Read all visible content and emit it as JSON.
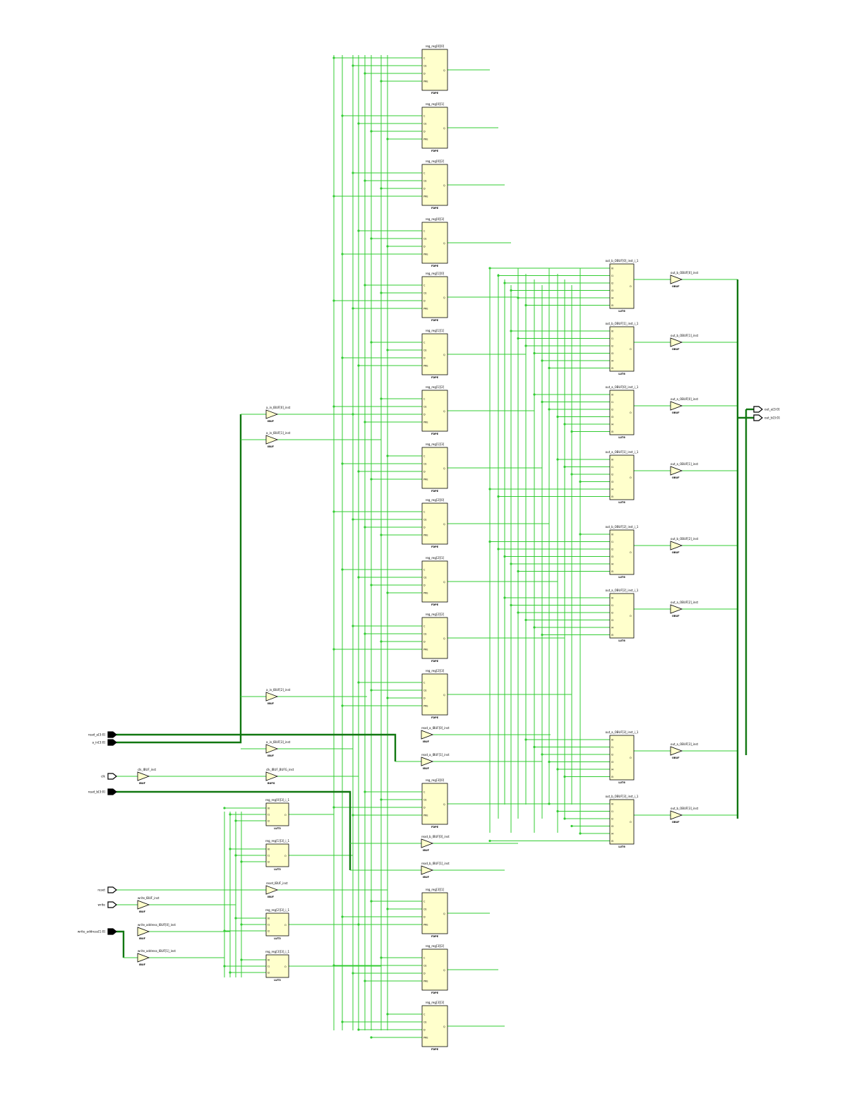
{
  "colors": {
    "wire": "#33cc33",
    "bus": "#117711",
    "cell_fill": "#ffffcc",
    "cell_stroke": "#000000",
    "port": "#000000",
    "background": "#ffffff"
  },
  "inputs": [
    {
      "name": "read_a[3:0]",
      "bus": true
    },
    {
      "name": "a_in[3:0]",
      "bus": true
    },
    {
      "name": "clk",
      "bus": false
    },
    {
      "name": "read_b[3:0]",
      "bus": true
    },
    {
      "name": "reset",
      "bus": false
    },
    {
      "name": "write",
      "bus": false
    },
    {
      "name": "write_address[1:0]",
      "bus": true
    }
  ],
  "outputs": [
    {
      "name": "out_a[3:0]",
      "bus": true
    },
    {
      "name": "out_b[3:0]",
      "bus": true
    }
  ],
  "fdce_pins": [
    "C",
    "CE",
    "D",
    "PRE"
  ],
  "fdce_pin_out": "Q",
  "fdce_footer": "FDPE",
  "lut6_pins": [
    "I0",
    "I1",
    "I2",
    "I3",
    "I4",
    "I5"
  ],
  "lut6_pin_out": "O",
  "lut6_footer": "LUT6",
  "lut3_pins": [
    "I0",
    "I1",
    "I2"
  ],
  "lut3_pin_out": "O",
  "lut3_footer": "LUT3",
  "ibuf_footer": "IBUF",
  "obuf_footer": "OBUF",
  "bufg_footer": "BUFG",
  "reg_cells": [
    "reg_reg[0][0]",
    "reg_reg[0][1]",
    "reg_reg[0][2]",
    "reg_reg[0][3]",
    "reg_reg[1][0]",
    "reg_reg[1][1]",
    "reg_reg[1][2]",
    "reg_reg[1][3]",
    "reg_reg[2][0]",
    "reg_reg[2][1]",
    "reg_reg[2][2]",
    "reg_reg[2][3]",
    "reg_reg[3][0]",
    "reg_reg[3][1]",
    "reg_reg[3][2]",
    "reg_reg[3][3]"
  ],
  "mux_luts": [
    "out_b_OBUF[0]_inst_i_1",
    "out_b_OBUF[1]_inst_i_1",
    "out_a_OBUF[0]_inst_i_1",
    "out_a_OBUF[1]_inst_i_1",
    "out_b_OBUF[2]_inst_i_1",
    "out_a_OBUF[2]_inst_i_1",
    "out_a_OBUF[3]_inst_i_1",
    "out_b_OBUF[3]_inst_i_1"
  ],
  "dec_luts": [
    "reg_reg[0][3]_i_1",
    "reg_reg[1][3]_i_1",
    "reg_reg[2][3]_i_1",
    "reg_reg[3][3]_i_1"
  ],
  "obufs": [
    "out_b_OBUF[0]_inst",
    "out_b_OBUF[1]_inst",
    "out_a_OBUF[0]_inst",
    "out_a_OBUF[1]_inst",
    "out_b_OBUF[2]_inst",
    "out_a_OBUF[2]_inst",
    "out_a_OBUF[3]_inst",
    "out_b_OBUF[3]_inst"
  ],
  "ibufs": {
    "a_in0": "a_in_IBUF[0]_inst",
    "a_in1": "a_in_IBUF[1]_inst",
    "a_in2": "a_in_IBUF[2]_inst",
    "a_in3": "a_in_IBUF[3]_inst",
    "read_a0": "read_a_IBUF[0]_inst",
    "read_a1": "read_a_IBUF[1]_inst",
    "read_b0": "read_b_IBUF[0]_inst",
    "read_b1": "read_b_IBUF[1]_inst",
    "clk": "clk_IBUF_inst",
    "clk_bufg": "clk_IBUF_BUFG_inst",
    "reset": "reset_IBUF_inst",
    "write": "write_IBUF_inst",
    "waddr0": "write_address_IBUF[0]_inst",
    "waddr1": "write_address_IBUF[1]_inst"
  }
}
